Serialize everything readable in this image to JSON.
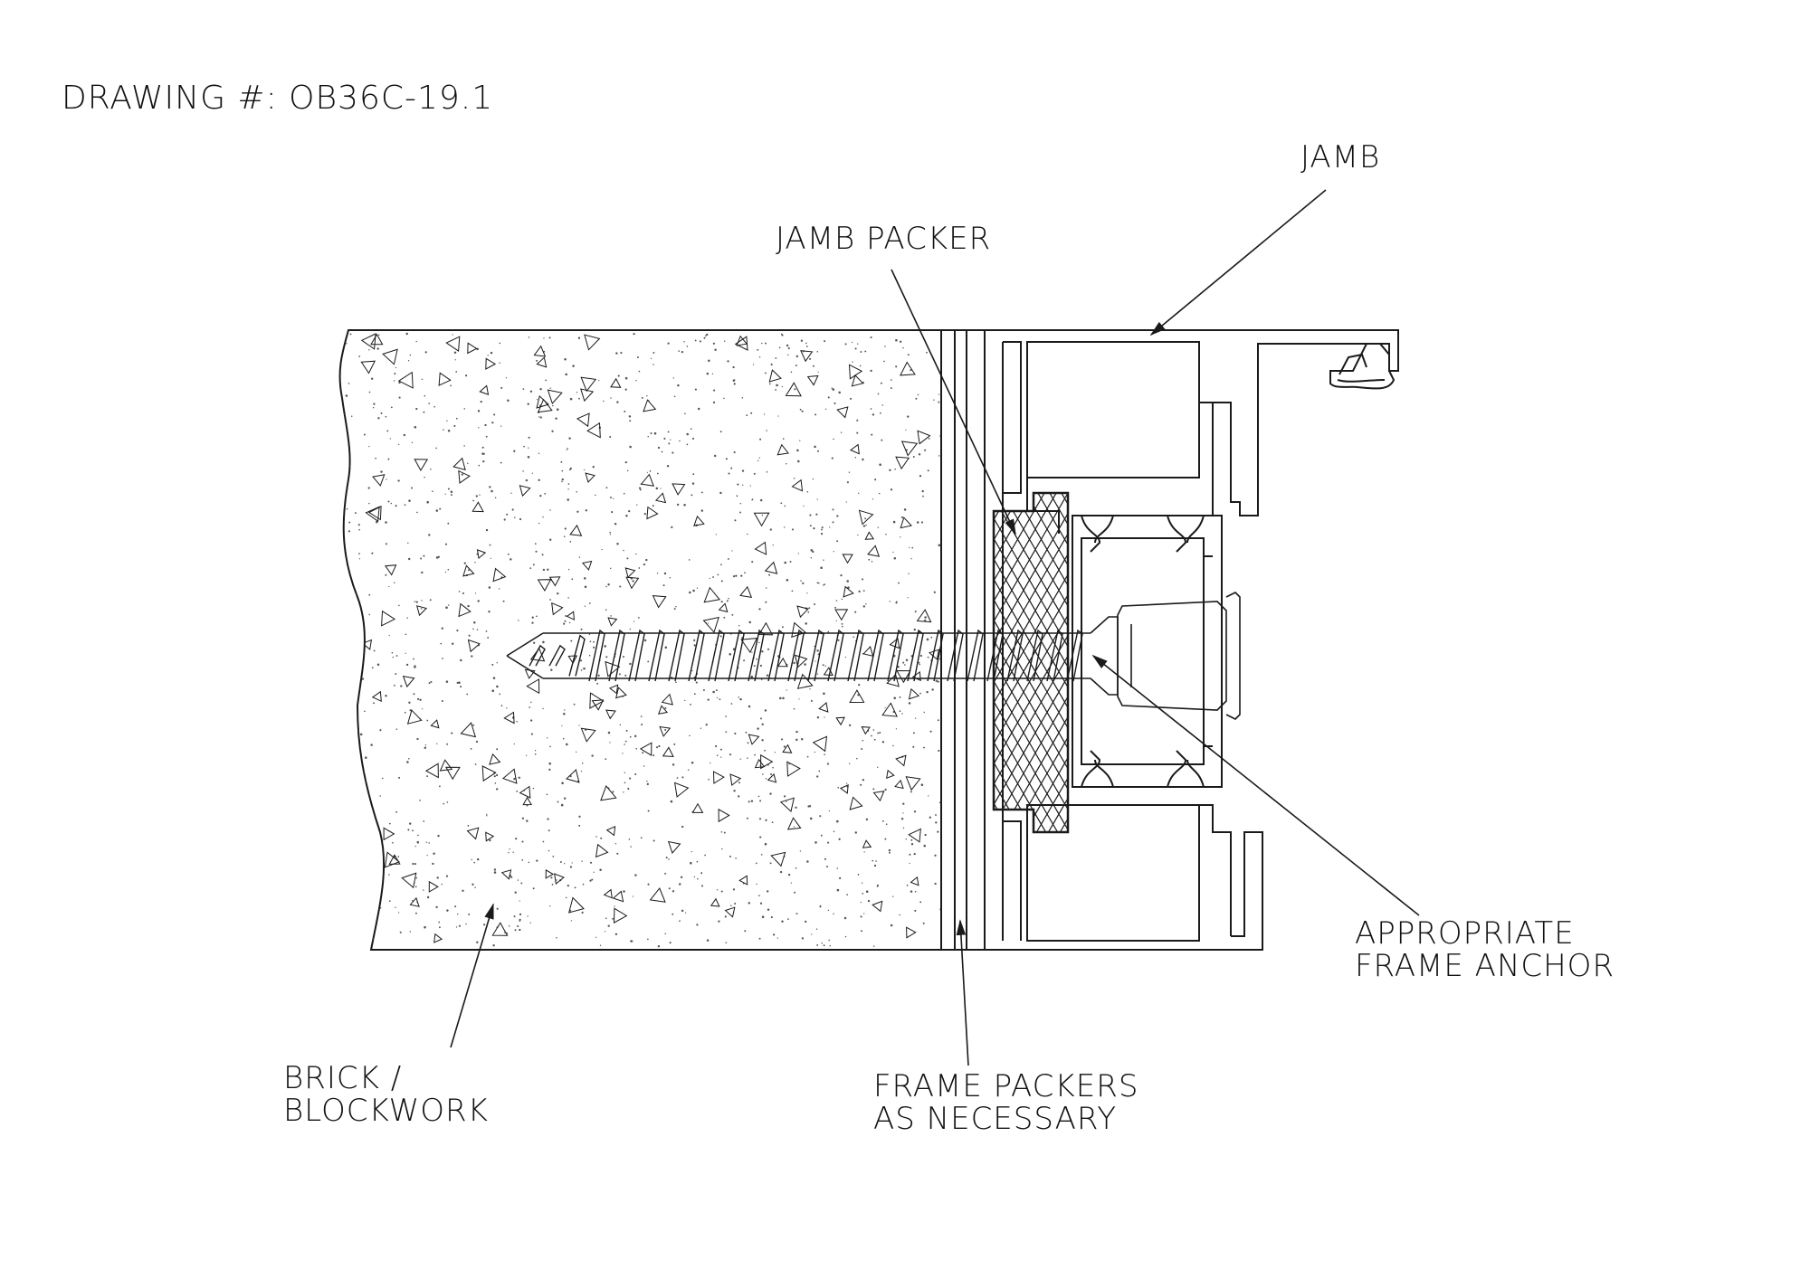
{
  "drawing": {
    "number_text": "DRAWING #: OB36C-19.1"
  },
  "labels": {
    "jamb": "JAMB",
    "jamb_packer": "JAMB PACKER",
    "frame_anchor": [
      "APPROPRIATE",
      "FRAME ANCHOR"
    ],
    "brickwork": [
      "BRICK /",
      "BLOCKWORK"
    ],
    "frame_packers": [
      "FRAME PACKERS",
      "AS NECESSARY"
    ]
  },
  "colors": {
    "line": "#1a1a1a",
    "background": "#ffffff",
    "concrete_dot": "#555555"
  }
}
